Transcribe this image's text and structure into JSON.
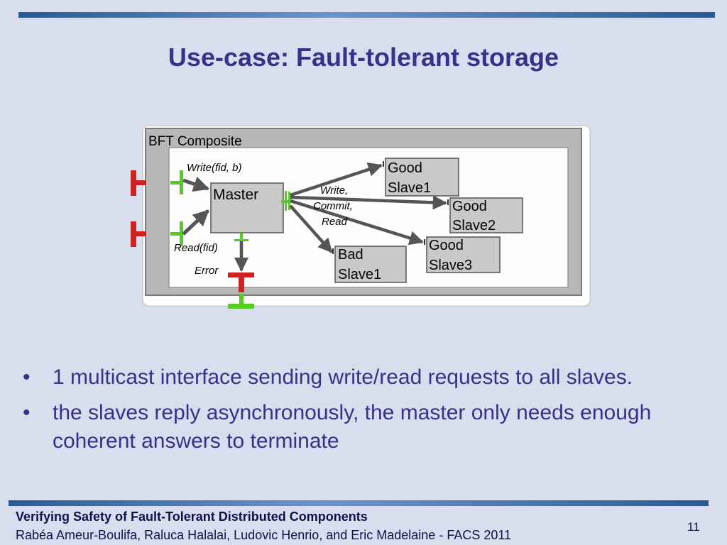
{
  "slide": {
    "title": "Use-case: Fault-tolerant storage",
    "page_number": "11"
  },
  "diagram": {
    "composite_label": "BFT Composite",
    "master": "Master",
    "slaves": [
      {
        "line1": "Good",
        "line2": "Slave1"
      },
      {
        "line1": "Good",
        "line2": "Slave2"
      },
      {
        "line1": "Good",
        "line2": "Slave3"
      },
      {
        "line1": "Bad",
        "line2": "Slave1"
      }
    ],
    "labels": {
      "write_interface": "Write(fid, b)",
      "read_interface": "Read(fid)",
      "error": "Error",
      "multicast_line1": "Write,",
      "multicast_line2": "Commit,",
      "multicast_line3": "Read"
    },
    "colors": {
      "server_interface": "#55cc22",
      "client_interface": "#cc2222",
      "arrow": "#555555"
    }
  },
  "bullets": [
    " 1 multicast interface sending write/read requests to all slaves.",
    " the slaves reply asynchronously, the master only needs enough coherent answers to terminate"
  ],
  "bullet_mark": "•",
  "footer": {
    "title": "Verifying Safety of Fault-Tolerant Distributed Components",
    "authors": "Rabéa Ameur-Boulifa, Raluca Halalai, Ludovic Henrio, and Eric Madelaine - FACS 2011"
  }
}
